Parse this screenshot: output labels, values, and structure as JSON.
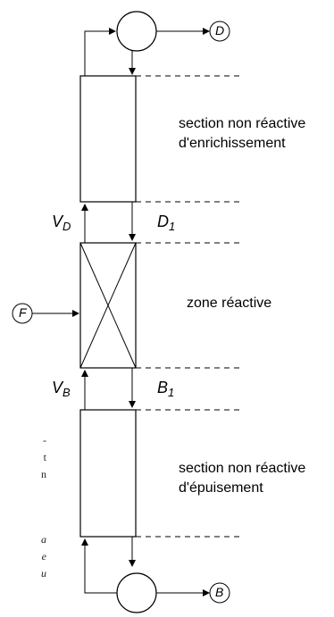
{
  "sections": {
    "enrichment_line1": "section non réactive",
    "enrichment_line2": "d'enrichissement",
    "reactive_zone": "zone réactive",
    "stripping_line1": "section non réactive",
    "stripping_line2": "d'épuisement"
  },
  "flows": {
    "vapor_top": "V",
    "vapor_top_sub": "D",
    "liquid_top": "D",
    "liquid_top_sub": "1",
    "vapor_bottom": "V",
    "vapor_bottom_sub": "B",
    "liquid_bottom": "B",
    "liquid_bottom_sub": "1"
  },
  "streams": {
    "distillate": "D",
    "feed": "F",
    "bottoms": "B"
  },
  "clipped_text": {
    "lines": [
      "-",
      "t",
      "n",
      "",
      "a",
      "e",
      "u"
    ]
  }
}
